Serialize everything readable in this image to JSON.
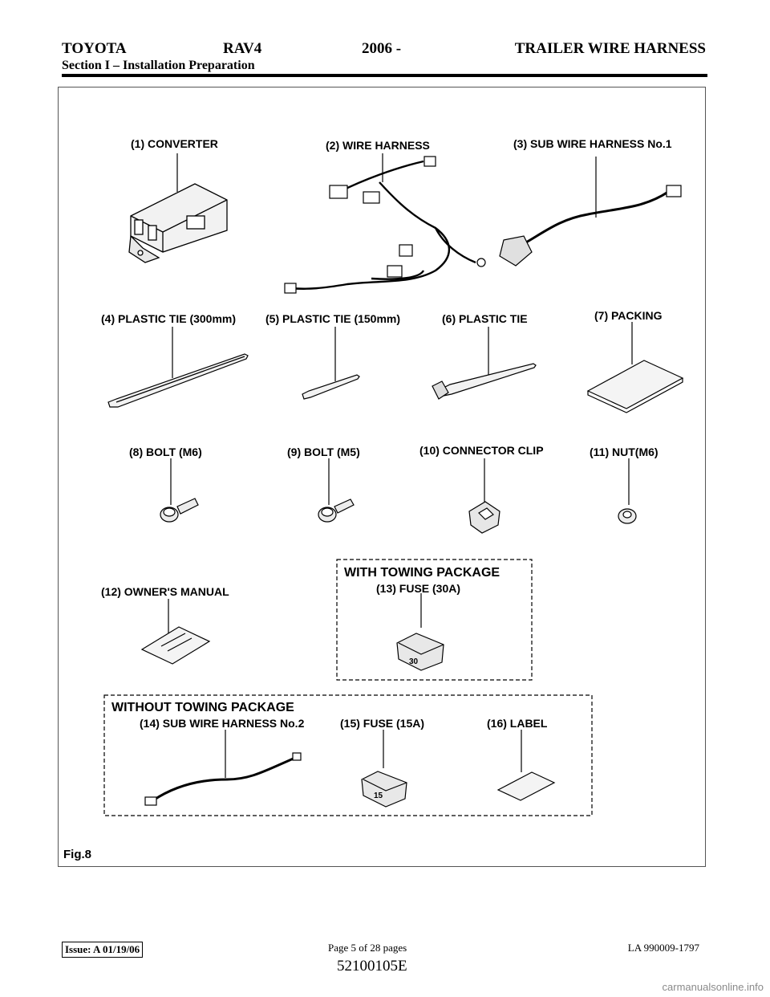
{
  "header": {
    "make": "TOYOTA",
    "model": "RAV4",
    "year": "2006 -",
    "title": "TRAILER WIRE HARNESS",
    "section": "Section I – Installation Preparation"
  },
  "figure": {
    "parts": {
      "p1": "(1) CONVERTER",
      "p2": "(2) WIRE HARNESS",
      "p3": "(3) SUB WIRE HARNESS No.1",
      "p4": "(4) PLASTIC TIE (300mm)",
      "p5": "(5) PLASTIC TIE (150mm)",
      "p6": "(6) PLASTIC TIE",
      "p7": "(7) PACKING",
      "p8": "(8) BOLT (M6)",
      "p9": "(9) BOLT (M5)",
      "p10": "(10) CONNECTOR CLIP",
      "p11": "(11) NUT(M6)",
      "p12": "(12) OWNER'S MANUAL",
      "p13": "(13) FUSE (30A)",
      "p14": "(14) SUB WIRE HARNESS No.2",
      "p15": "(15) FUSE (15A)",
      "p16": "(16) LABEL"
    },
    "with_towing": "WITH TOWING PACKAGE",
    "without_towing": "WITHOUT TOWING PACKAGE",
    "fuse30_mark": "30",
    "fuse15_mark": "15",
    "fig_label": "Fig.8"
  },
  "footer": {
    "issue": "Issue: A 01/19/06",
    "page": "Page 5 of 28 pages",
    "doc": "LA 990009-1797",
    "code": "52100105E"
  },
  "watermark": "carmanualsonline.info"
}
